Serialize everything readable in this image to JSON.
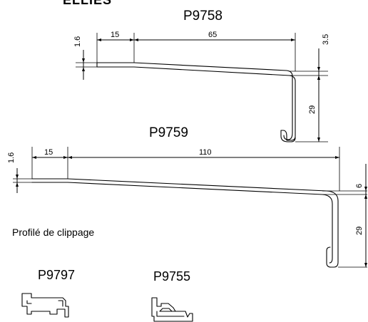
{
  "header_fragment": "ELLIES",
  "profiles": {
    "p9758": {
      "title": "P9758",
      "dims": {
        "thickness": "1.6",
        "lip": "15",
        "length": "65",
        "gap": "3.5",
        "height": "29"
      }
    },
    "p9759": {
      "title": "P9759",
      "dims": {
        "thickness": "1.6",
        "lip": "15",
        "length": "110",
        "gap": "6",
        "height": "29"
      }
    }
  },
  "clipping": {
    "label": "Profilé de clippage",
    "items": [
      {
        "title": "P9797"
      },
      {
        "title": "P9755"
      }
    ]
  }
}
